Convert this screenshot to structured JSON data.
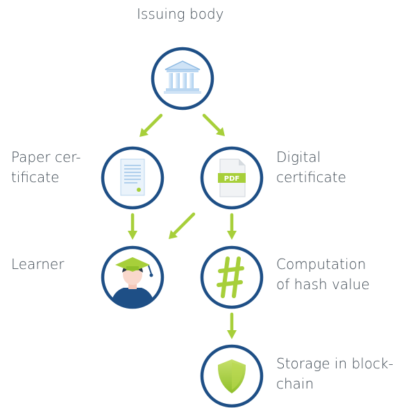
{
  "title": "Issuing body",
  "nodes": {
    "issuing_body": {
      "icon": "institution-building-icon"
    },
    "paper_certificate": {
      "icon": "paper-document-icon",
      "label_lines": [
        "Paper cer-",
        "tificate"
      ]
    },
    "digital_certificate": {
      "icon": "pdf-document-icon",
      "badge": "PDF",
      "label_lines": [
        "Digital",
        "certificate"
      ]
    },
    "learner": {
      "icon": "graduate-person-icon",
      "label_lines": [
        "Learner"
      ]
    },
    "hash": {
      "icon": "hash-symbol-icon",
      "label_lines": [
        "Computation",
        "of hash value"
      ]
    },
    "blockchain": {
      "icon": "shield-icon",
      "label_lines": [
        "Storage in block-",
        "chain"
      ]
    }
  },
  "colors": {
    "circle_stroke": "#1e4f86",
    "arrow": "#a7cf3a",
    "text": "#3d4852"
  }
}
